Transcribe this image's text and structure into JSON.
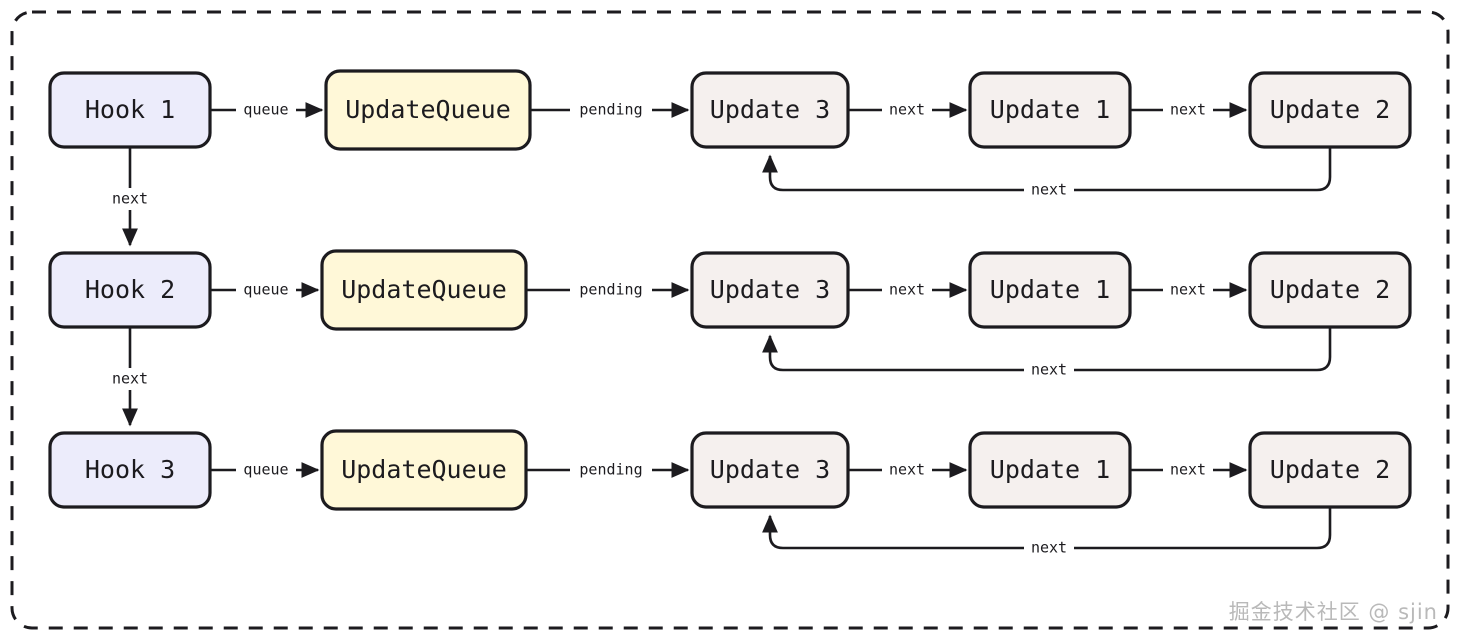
{
  "diagram": {
    "title": "React Hook UpdateQueue linked list diagram",
    "frame": {
      "style": "dashed-rounded-border",
      "color": "#1c1b1f"
    },
    "colors": {
      "hook_fill": "#ECECFB",
      "queue_fill": "#FFF8D8",
      "update_fill": "#F5F0EE",
      "stroke": "#1c1b1f",
      "text": "#1c1b1f",
      "watermark": "#b9b9b9"
    },
    "rows": [
      {
        "hook": {
          "label": "Hook 1"
        },
        "queue": {
          "label": "UpdateQueue"
        },
        "updates": [
          {
            "label": "Update 3"
          },
          {
            "label": "Update 1"
          },
          {
            "label": "Update 2"
          }
        ],
        "edges": {
          "hook_to_queue": "queue",
          "queue_to_update": "pending",
          "update_to_update": [
            "next",
            "next"
          ],
          "loop_back": "next",
          "hook_to_next_hook": "next"
        }
      },
      {
        "hook": {
          "label": "Hook 2"
        },
        "queue": {
          "label": "UpdateQueue"
        },
        "updates": [
          {
            "label": "Update 3"
          },
          {
            "label": "Update 1"
          },
          {
            "label": "Update 2"
          }
        ],
        "edges": {
          "hook_to_queue": "queue",
          "queue_to_update": "pending",
          "update_to_update": [
            "next",
            "next"
          ],
          "loop_back": "next",
          "hook_to_next_hook": "next"
        }
      },
      {
        "hook": {
          "label": "Hook 3"
        },
        "queue": {
          "label": "UpdateQueue"
        },
        "updates": [
          {
            "label": "Update 3"
          },
          {
            "label": "Update 1"
          },
          {
            "label": "Update 2"
          }
        ],
        "edges": {
          "hook_to_queue": "queue",
          "queue_to_update": "pending",
          "update_to_update": [
            "next",
            "next"
          ],
          "loop_back": "next",
          "hook_to_next_hook": null
        }
      }
    ],
    "watermark": "掘金技术社区 @ sjin"
  }
}
